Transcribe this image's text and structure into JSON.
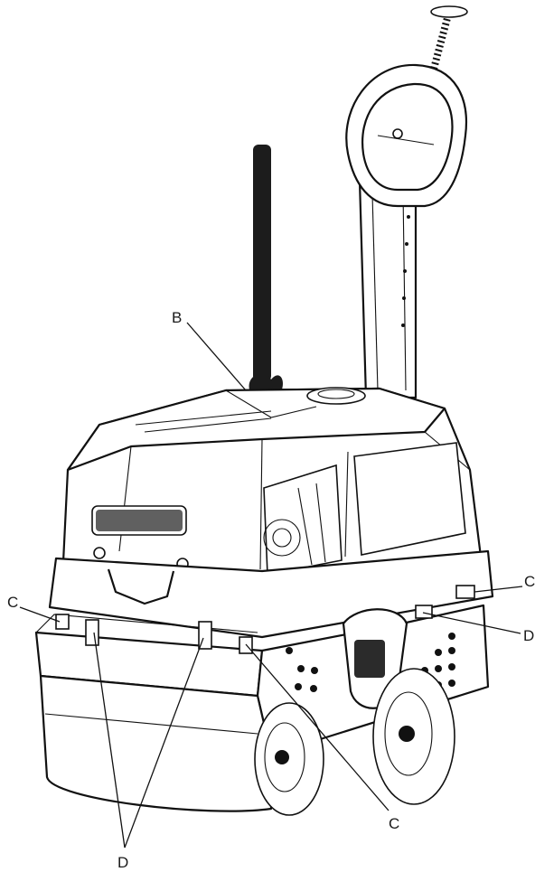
{
  "labels": {
    "b": "B",
    "c_left": "C",
    "c_right": "C",
    "c_bottom": "C",
    "d_right": "D",
    "d_bottom": "D"
  }
}
